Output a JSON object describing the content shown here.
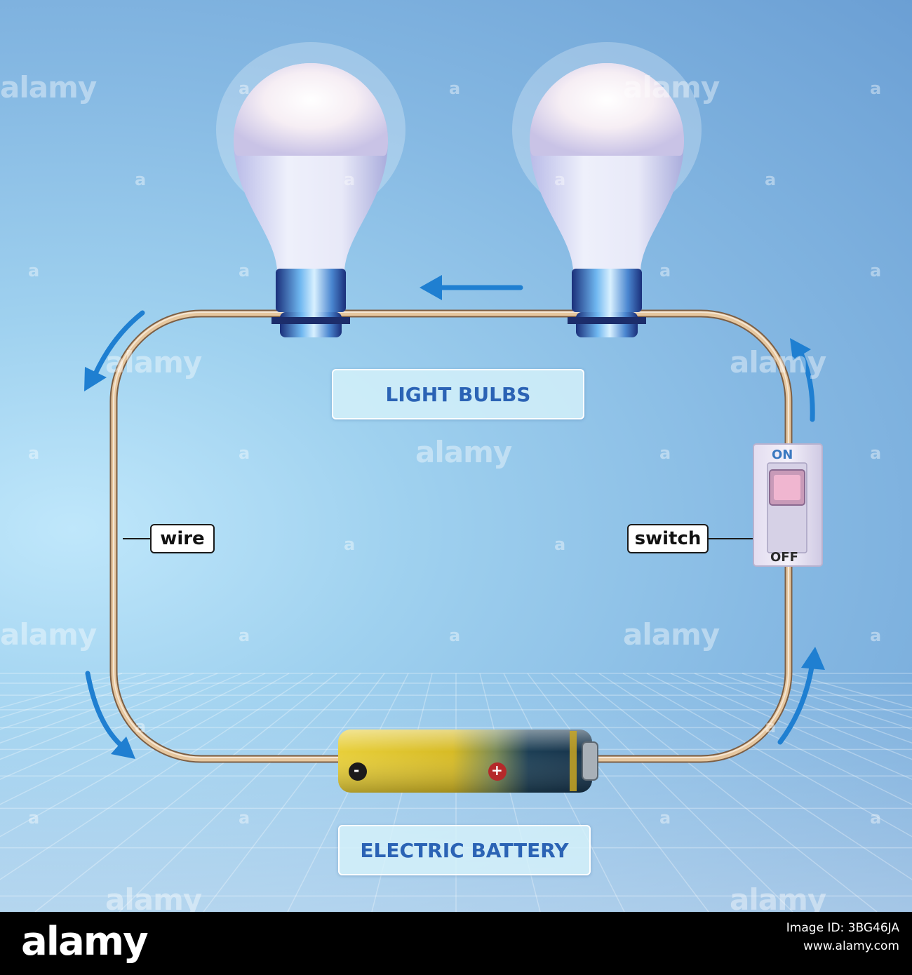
{
  "labels": {
    "light_bulbs": "LIGHT BULBS",
    "electric_battery": "ELECTRIC BATTERY",
    "wire": "wire",
    "switch": "switch"
  },
  "switch_device": {
    "on_text": "ON",
    "off_text": "OFF",
    "state": "ON"
  },
  "battery": {
    "negative_symbol": "-",
    "positive_symbol": "+"
  },
  "watermark": {
    "word": "alamy",
    "letter": "a"
  },
  "footer": {
    "brand": "alamy",
    "image_id_label": "Image ID: 3BG46JA",
    "site": "www.alamy.com"
  },
  "icons": [
    "light-bulb-icon",
    "battery-icon",
    "switch-icon",
    "current-direction-arrow-icon"
  ],
  "colors": {
    "background": "#8fc3e8",
    "wire": "#d9b48a",
    "arrow": "#1f7fd1",
    "label_text": "#2b63b5",
    "battery_gold": "#d4b625",
    "battery_dark": "#1d3f55"
  }
}
